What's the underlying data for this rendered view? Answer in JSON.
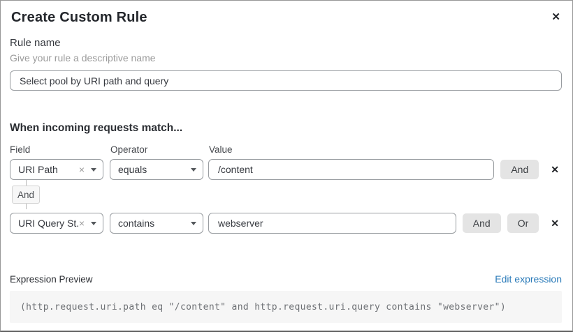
{
  "icons": {
    "close": "✕",
    "remove": "×"
  },
  "dialog": {
    "title": "Create Custom Rule"
  },
  "rule_name": {
    "label": "Rule name",
    "hint": "Give your rule a descriptive name",
    "value": "Select pool by URI path and query"
  },
  "match": {
    "heading": "When incoming requests match...",
    "columns": {
      "field": "Field",
      "operator": "Operator",
      "value": "Value"
    },
    "connector": "And",
    "rows": [
      {
        "field": "URI Path",
        "operator": "equals",
        "value": "/content",
        "and": "And"
      },
      {
        "field": "URI Query St...",
        "operator": "contains",
        "value": "webserver",
        "and": "And",
        "or": "Or"
      }
    ]
  },
  "expression": {
    "label": "Expression Preview",
    "edit_link": "Edit expression",
    "code": "(http.request.uri.path eq \"/content\" and http.request.uri.query contains \"webserver\")"
  },
  "colors": {
    "link_blue": "#2b7bb9",
    "chip_bg": "#e4e4e4",
    "code_bg": "#f6f6f6"
  }
}
